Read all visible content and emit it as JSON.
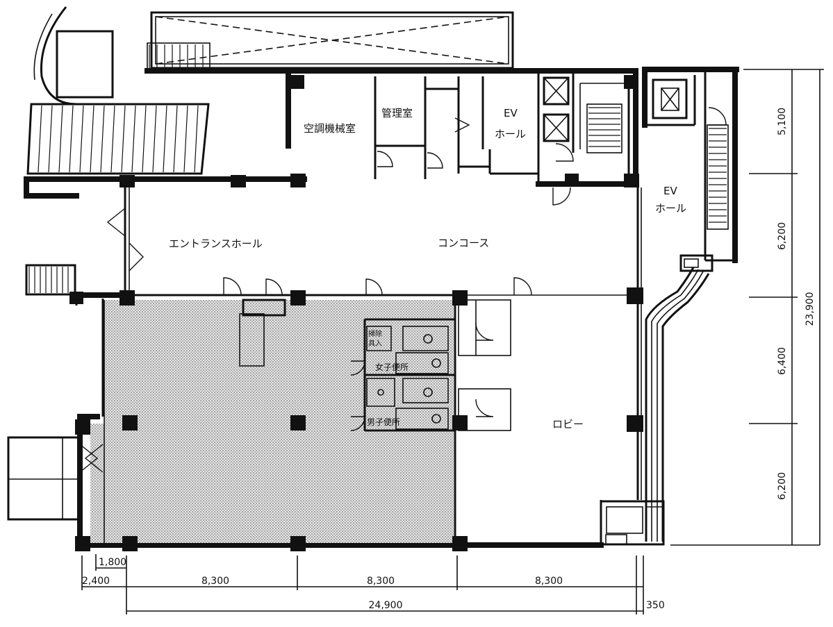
{
  "rooms": {
    "ac_machine_room": "空調機械室",
    "management_room": "管理室",
    "ev_hall_1_line1": "EV",
    "ev_hall_1_line2": "ホール",
    "ev_hall_2_line1": "EV",
    "ev_hall_2_line2": "ホール",
    "entrance_hall": "エントランスホール",
    "concourse": "コンコース",
    "lobby": "ロビー",
    "cleaning_closet_line1": "掃除",
    "cleaning_closet_line2": "具入",
    "womens_restroom": "女子便所",
    "mens_restroom": "男子便所"
  },
  "dimensions": {
    "right": [
      "5,100",
      "6,200",
      "6,400",
      "6,200"
    ],
    "right_total": "23,900",
    "bottom_small": "1,800",
    "bottom_left": "2,400",
    "bottom": [
      "8,300",
      "8,300",
      "8,300"
    ],
    "bottom_total": "24,900",
    "bottom_right": "350"
  }
}
